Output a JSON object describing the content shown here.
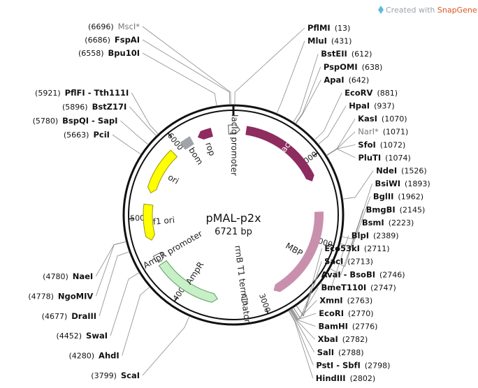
{
  "credit": {
    "prefix": "Created with ",
    "brand": "SnapGene",
    "suffix": "®"
  },
  "plasmid": {
    "name": "pMAL-p2x",
    "size_label": "6721 bp",
    "length": 6721
  },
  "ticks": [
    {
      "pos": 1000,
      "label": "1000"
    },
    {
      "pos": 2000,
      "label": "2000"
    },
    {
      "pos": 3000,
      "label": "3000"
    },
    {
      "pos": 4000,
      "label": "4000"
    },
    {
      "pos": 5000,
      "label": "5000"
    },
    {
      "pos": 6000,
      "label": "6000"
    }
  ],
  "features": [
    {
      "id": "laci",
      "name": "lacI",
      "start": 160,
      "end": 1250,
      "dir": 1,
      "color": "#8e2b5f",
      "label_inside": true
    },
    {
      "id": "lacip",
      "name": "lacIq promoter",
      "start": 6660,
      "end": 80,
      "dir": 1,
      "color": "#ffffff",
      "stroke": "#555"
    },
    {
      "id": "mbp",
      "name": "MBP",
      "start": 1640,
      "end": 2840,
      "dir": 1,
      "color": "#c990ad"
    },
    {
      "id": "rrnb",
      "name": "rrnB T1 terminator",
      "start": 3190,
      "end": 3260,
      "dir": 1,
      "color": "#ffffff",
      "stroke": "#555"
    },
    {
      "id": "ampr",
      "name": "AmpR",
      "start": 3560,
      "end": 4400,
      "dir": -1,
      "color": "#c8f0c8",
      "stroke": "#5a9a5a"
    },
    {
      "id": "amprp",
      "name": "AmpR promoter",
      "start": 4430,
      "end": 4530,
      "dir": -1,
      "color": "#ffffff",
      "stroke": "#555"
    },
    {
      "id": "f1ori",
      "name": "f1 ori",
      "start": 4720,
      "end": 5170,
      "dir": -1,
      "color": "#ffff00",
      "stroke": "#999900"
    },
    {
      "id": "ori",
      "name": "ori",
      "start": 5320,
      "end": 5900,
      "dir": -1,
      "color": "#ffff00",
      "stroke": "#999900"
    },
    {
      "id": "bom",
      "name": "bom",
      "start": 6040,
      "end": 6180,
      "dir": 0,
      "color": "#a0a4aa"
    },
    {
      "id": "rop",
      "name": "rop",
      "start": 6260,
      "end": 6450,
      "dir": -1,
      "color": "#8e2b5f"
    }
  ],
  "enzymes": [
    {
      "name": "PflMI",
      "pos": "(13)",
      "bp": 13,
      "side": "right",
      "grey": false
    },
    {
      "name": "MluI",
      "pos": "(431)",
      "bp": 431,
      "side": "right",
      "grey": false
    },
    {
      "name": "BstEII",
      "pos": "(612)",
      "bp": 612,
      "side": "right",
      "grey": false
    },
    {
      "name": "PspOMI",
      "pos": "(638)",
      "bp": 638,
      "side": "right",
      "grey": false
    },
    {
      "name": "ApaI",
      "pos": "(642)",
      "bp": 642,
      "side": "right",
      "grey": false
    },
    {
      "name": "EcoRV",
      "pos": "(881)",
      "bp": 881,
      "side": "right",
      "grey": false
    },
    {
      "name": "HpaI",
      "pos": "(937)",
      "bp": 937,
      "side": "right",
      "grey": false
    },
    {
      "name": "KasI",
      "pos": "(1070)",
      "bp": 1070,
      "side": "right",
      "grey": false
    },
    {
      "name": "NarI*",
      "pos": "(1071)",
      "bp": 1071,
      "side": "right",
      "grey": true
    },
    {
      "name": "SfoI",
      "pos": "(1072)",
      "bp": 1072,
      "side": "right",
      "grey": false
    },
    {
      "name": "PluTI",
      "pos": "(1074)",
      "bp": 1074,
      "side": "right",
      "grey": false
    },
    {
      "name": "NdeI",
      "pos": "(1526)",
      "bp": 1526,
      "side": "right",
      "grey": false
    },
    {
      "name": "BsiWI",
      "pos": "(1893)",
      "bp": 1893,
      "side": "right",
      "grey": false
    },
    {
      "name": "BglII",
      "pos": "(1962)",
      "bp": 1962,
      "side": "right",
      "grey": false
    },
    {
      "name": "BmgBI",
      "pos": "(2145)",
      "bp": 2145,
      "side": "right",
      "grey": false
    },
    {
      "name": "BsmI",
      "pos": "(2223)",
      "bp": 2223,
      "side": "right",
      "grey": false
    },
    {
      "name": "BlpI",
      "pos": "(2389)",
      "bp": 2389,
      "side": "right",
      "grey": false
    },
    {
      "name": "Eco53kI",
      "pos": "(2711)",
      "bp": 2711,
      "side": "right",
      "grey": false
    },
    {
      "name": "SacI",
      "pos": "(2713)",
      "bp": 2713,
      "side": "right",
      "grey": false
    },
    {
      "name": "AvaI - BsoBI",
      "pos": "(2746)",
      "bp": 2746,
      "side": "right",
      "grey": false
    },
    {
      "name": "BmeT110I",
      "pos": "(2747)",
      "bp": 2747,
      "side": "right",
      "grey": false
    },
    {
      "name": "XmnI",
      "pos": "(2763)",
      "bp": 2763,
      "side": "right",
      "grey": false
    },
    {
      "name": "EcoRI",
      "pos": "(2770)",
      "bp": 2770,
      "side": "right",
      "grey": false
    },
    {
      "name": "BamHI",
      "pos": "(2776)",
      "bp": 2776,
      "side": "right",
      "grey": false
    },
    {
      "name": "XbaI",
      "pos": "(2782)",
      "bp": 2782,
      "side": "right",
      "grey": false
    },
    {
      "name": "SalI",
      "pos": "(2788)",
      "bp": 2788,
      "side": "right",
      "grey": false
    },
    {
      "name": "PstI - SbfI",
      "pos": "(2798)",
      "bp": 2798,
      "side": "right",
      "grey": false
    },
    {
      "name": "HindIII",
      "pos": "(2802)",
      "bp": 2802,
      "side": "right",
      "grey": false
    },
    {
      "name": "ScaI",
      "pos": "(3799)",
      "bp": 3799,
      "side": "left",
      "grey": false
    },
    {
      "name": "AhdI",
      "pos": "(4280)",
      "bp": 4280,
      "side": "left",
      "grey": false
    },
    {
      "name": "SwaI",
      "pos": "(4452)",
      "bp": 4452,
      "side": "left",
      "grey": false
    },
    {
      "name": "DraIII",
      "pos": "(4677)",
      "bp": 4677,
      "side": "left",
      "grey": false
    },
    {
      "name": "NgoMIV",
      "pos": "(4778)",
      "bp": 4778,
      "side": "left",
      "grey": false
    },
    {
      "name": "NaeI",
      "pos": "(4780)",
      "bp": 4780,
      "side": "left",
      "grey": false
    },
    {
      "name": "PciI",
      "pos": "(5663)",
      "bp": 5663,
      "side": "left",
      "grey": false
    },
    {
      "name": "BspQI - SapI",
      "pos": "(5780)",
      "bp": 5780,
      "side": "left",
      "grey": false
    },
    {
      "name": "BstZ17I",
      "pos": "(5896)",
      "bp": 5896,
      "side": "left",
      "grey": false
    },
    {
      "name": "PflFI - Tth111I",
      "pos": "(5921)",
      "bp": 5921,
      "side": "left",
      "grey": false
    },
    {
      "name": "Bpu10I",
      "pos": "(6558)",
      "bp": 6558,
      "side": "left",
      "grey": false
    },
    {
      "name": "FspAI",
      "pos": "(6686)",
      "bp": 6686,
      "side": "left",
      "grey": false
    },
    {
      "name": "MscI*",
      "pos": "(6696)",
      "bp": 6696,
      "side": "left",
      "grey": true
    }
  ]
}
